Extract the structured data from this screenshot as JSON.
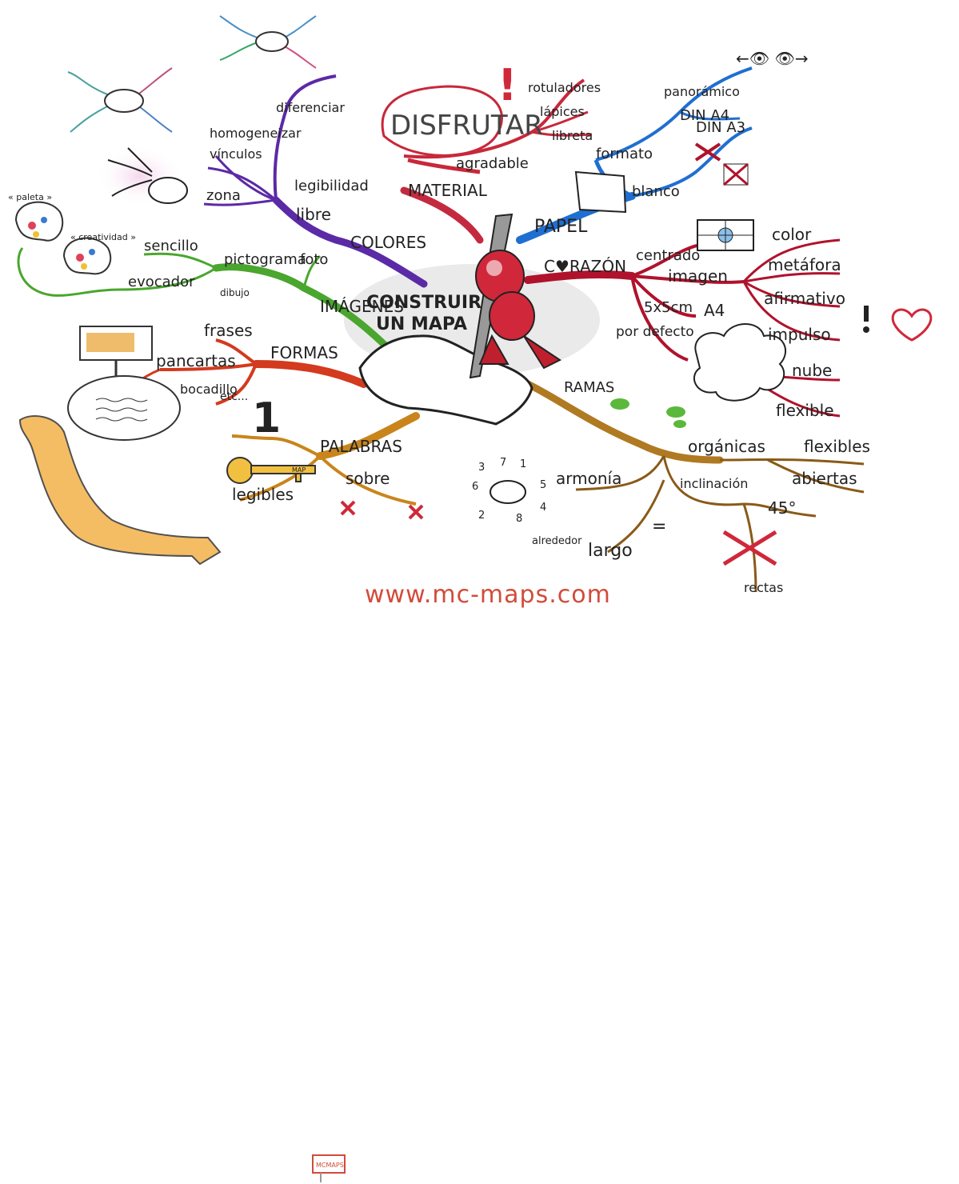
{
  "center": {
    "line1": "CONSTRUIR",
    "line2": "UN MAPA"
  },
  "colors": {
    "material": "#c42a3f",
    "papel": "#1f6fd1",
    "corazon": "#b0122c",
    "ramas": "#b07a22",
    "palabras": "#c9851b",
    "formas": "#d33a1e",
    "imagenes": "#4aa62e",
    "colores": "#5b2aa6",
    "disfrutar": "#c8283a"
  },
  "branches": {
    "disfrutar": {
      "title": "DISFRUTAR",
      "exclaim": "!",
      "agradable": "agradable",
      "rotuladores": "rotuladores",
      "lapices": "lápices",
      "libreta": "libreta"
    },
    "material": {
      "label": "MATERIAL"
    },
    "papel": {
      "label": "PAPEL",
      "formato": "formato",
      "panoramico": "panorámico",
      "din_a4": "DIN A4",
      "din_a3": "DIN A3",
      "blanco": "blanco"
    },
    "corazon": {
      "label": "C♥RAZÓN",
      "centrado": "centrado",
      "imagen": "imagen",
      "color": "color",
      "metafora": "metáfora",
      "afirmativo": "afirmativo",
      "impulso": "impulso",
      "size": "5x5cm",
      "a4": "A4",
      "por_defecto": "por defecto",
      "nube": "nube",
      "flexible": "flexible"
    },
    "ramas": {
      "label": "RAMAS",
      "organicas": "orgánicas",
      "flexibles": "flexibles",
      "abiertas": "abiertas",
      "inclinacion": "inclinación",
      "grados": "45°",
      "rectas": "rectas",
      "armonia": "armonía",
      "alrededor": "alrededor",
      "largo": "largo",
      "equals": "=",
      "numbers": [
        "3",
        "7",
        "1",
        "6",
        "5",
        "2",
        "8",
        "4"
      ]
    },
    "palabras": {
      "label": "PALABRAS",
      "one": "1",
      "legibles": "legibles",
      "sobre": "sobre",
      "key_text": "MAP"
    },
    "formas": {
      "label": "FORMAS",
      "frases": "frases",
      "pancartas": "pancartas",
      "bocadillo": "bocadillo",
      "etc": "etc..."
    },
    "imagenes": {
      "label": "IMÁGENES",
      "pictograma": "pictograma",
      "foto": "foto",
      "sencillo": "sencillo",
      "evocador": "evocador",
      "dibujo": "dibujo",
      "paleta": "« paleta »",
      "creatividad": "« creatividad »"
    },
    "colores": {
      "label": "COLORES",
      "libre": "libre",
      "legibilidad": "legibilidad",
      "diferenciar": "diferenciar",
      "homogeneizar": "homogeneizar",
      "vinculos": "vínculos",
      "zona": "zona"
    }
  },
  "eyes_glyphs": "←👁 👁→",
  "footer": {
    "url": "www.mc-maps.com",
    "logo_text": "MCMAPS"
  }
}
